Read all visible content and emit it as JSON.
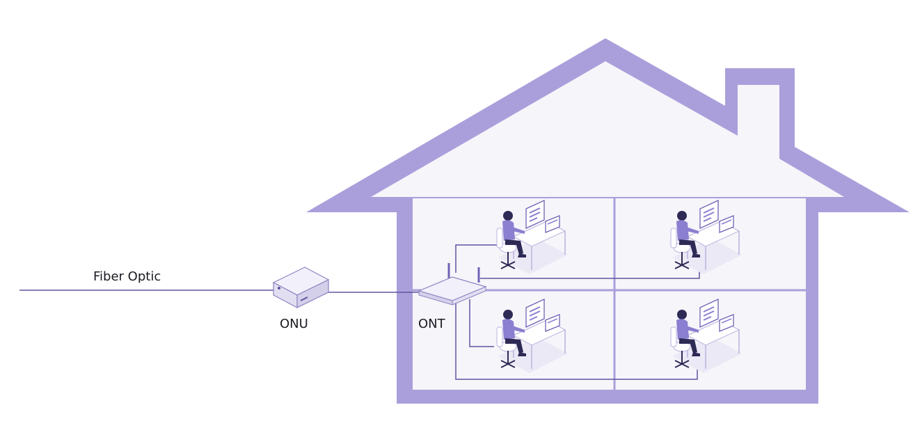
{
  "labels": {
    "fiber": "Fiber Optic",
    "onu": "ONU",
    "ont": "ONT"
  },
  "colors": {
    "house_wall": "#ab9fdb",
    "house_inner": "#f6f5fa",
    "line": "#5e55a0",
    "device_body": "#eceaf6",
    "device_edge": "#8d82c2",
    "person_shirt": "#8a7fd0",
    "person_pants": "#2d2a55",
    "desk": "#ffffff"
  },
  "icons": {
    "onu": "onu-device-icon",
    "ont": "router-icon",
    "workstation": "person-at-computer-icon"
  }
}
